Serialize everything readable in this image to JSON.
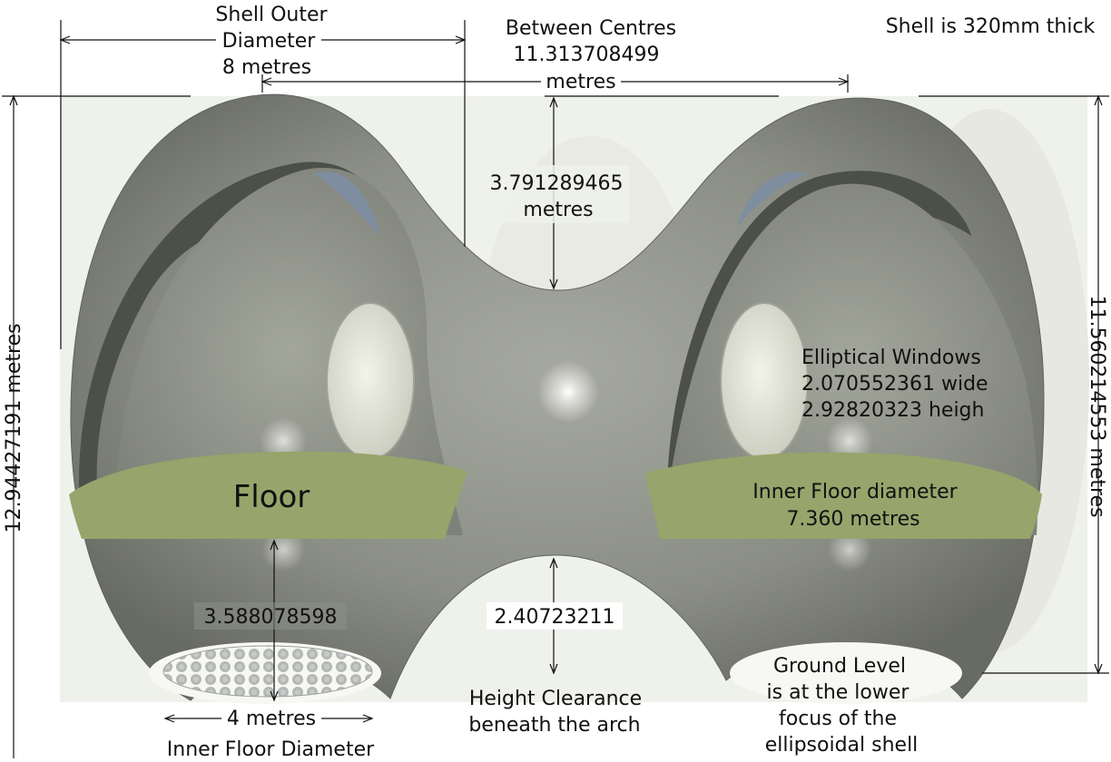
{
  "labels": {
    "shell_outer_line1": "Shell Outer",
    "shell_outer_line2": "Diameter",
    "shell_outer_line3": "8 metres",
    "between_centres_line1": "Between Centres",
    "between_centres_line2": "11.313708499",
    "between_centres_line3": "metres",
    "shell_thickness": "Shell is 320mm thick",
    "arch_depth_line1": "3.791289465",
    "arch_depth_line2": "metres",
    "total_height": "12.94427191 metres",
    "side_height": "11.560214553 metres",
    "windows_line1": "Elliptical Windows",
    "windows_line2": "2.070552361 wide",
    "windows_line3": "2.92820323 heigh",
    "floor": "Floor",
    "inner_floor_line1": "Inner Floor diameter",
    "inner_floor_line2": "7.360 metres",
    "floor_height": "3.588078598",
    "clearance_value": "2.40723211",
    "clearance_line1": "Height Clearance",
    "clearance_line2": "beneath the arch",
    "base_width": "4 metres",
    "base_caption": "Inner Floor Diameter",
    "ground_line1": "Ground Level",
    "ground_line2": "is at the lower",
    "ground_line3": "focus of the",
    "ground_line4": "ellipsoidal shell"
  },
  "colors": {
    "shell": "#8a8d84",
    "shell_dark": "#4f524b",
    "floor": "#97a46b",
    "window": "#d8dacb",
    "sky_window": "#7e8c9e",
    "background": "#eef0ea"
  }
}
